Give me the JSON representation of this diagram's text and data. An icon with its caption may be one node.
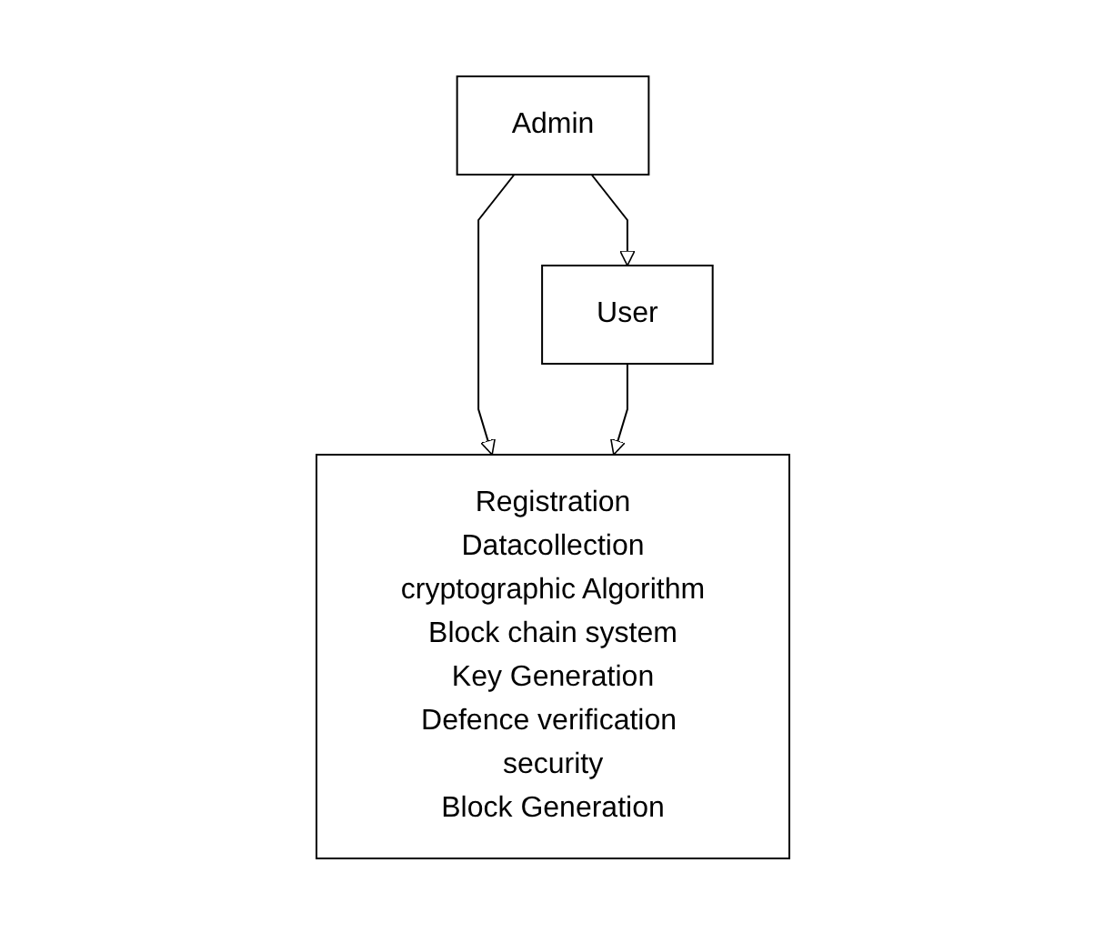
{
  "diagram": {
    "nodes": [
      {
        "text": [
          "Admin"
        ]
      },
      {
        "text": [
          "Registration",
          "Datacollection",
          "cryptographic Algorithm",
          "Block chain system",
          "Key Generation",
          "Defence verification security",
          "Block Generation"
        ]
      },
      {
        "text": [
          "User"
        ]
      }
    ],
    "edges": [
      {
        "from": 0,
        "to": 1,
        "arrow": "to"
      },
      {
        "from": 0,
        "to": 2,
        "arrow": "to"
      },
      {
        "from": 2,
        "to": 1,
        "arrow": "to"
      }
    ]
  }
}
